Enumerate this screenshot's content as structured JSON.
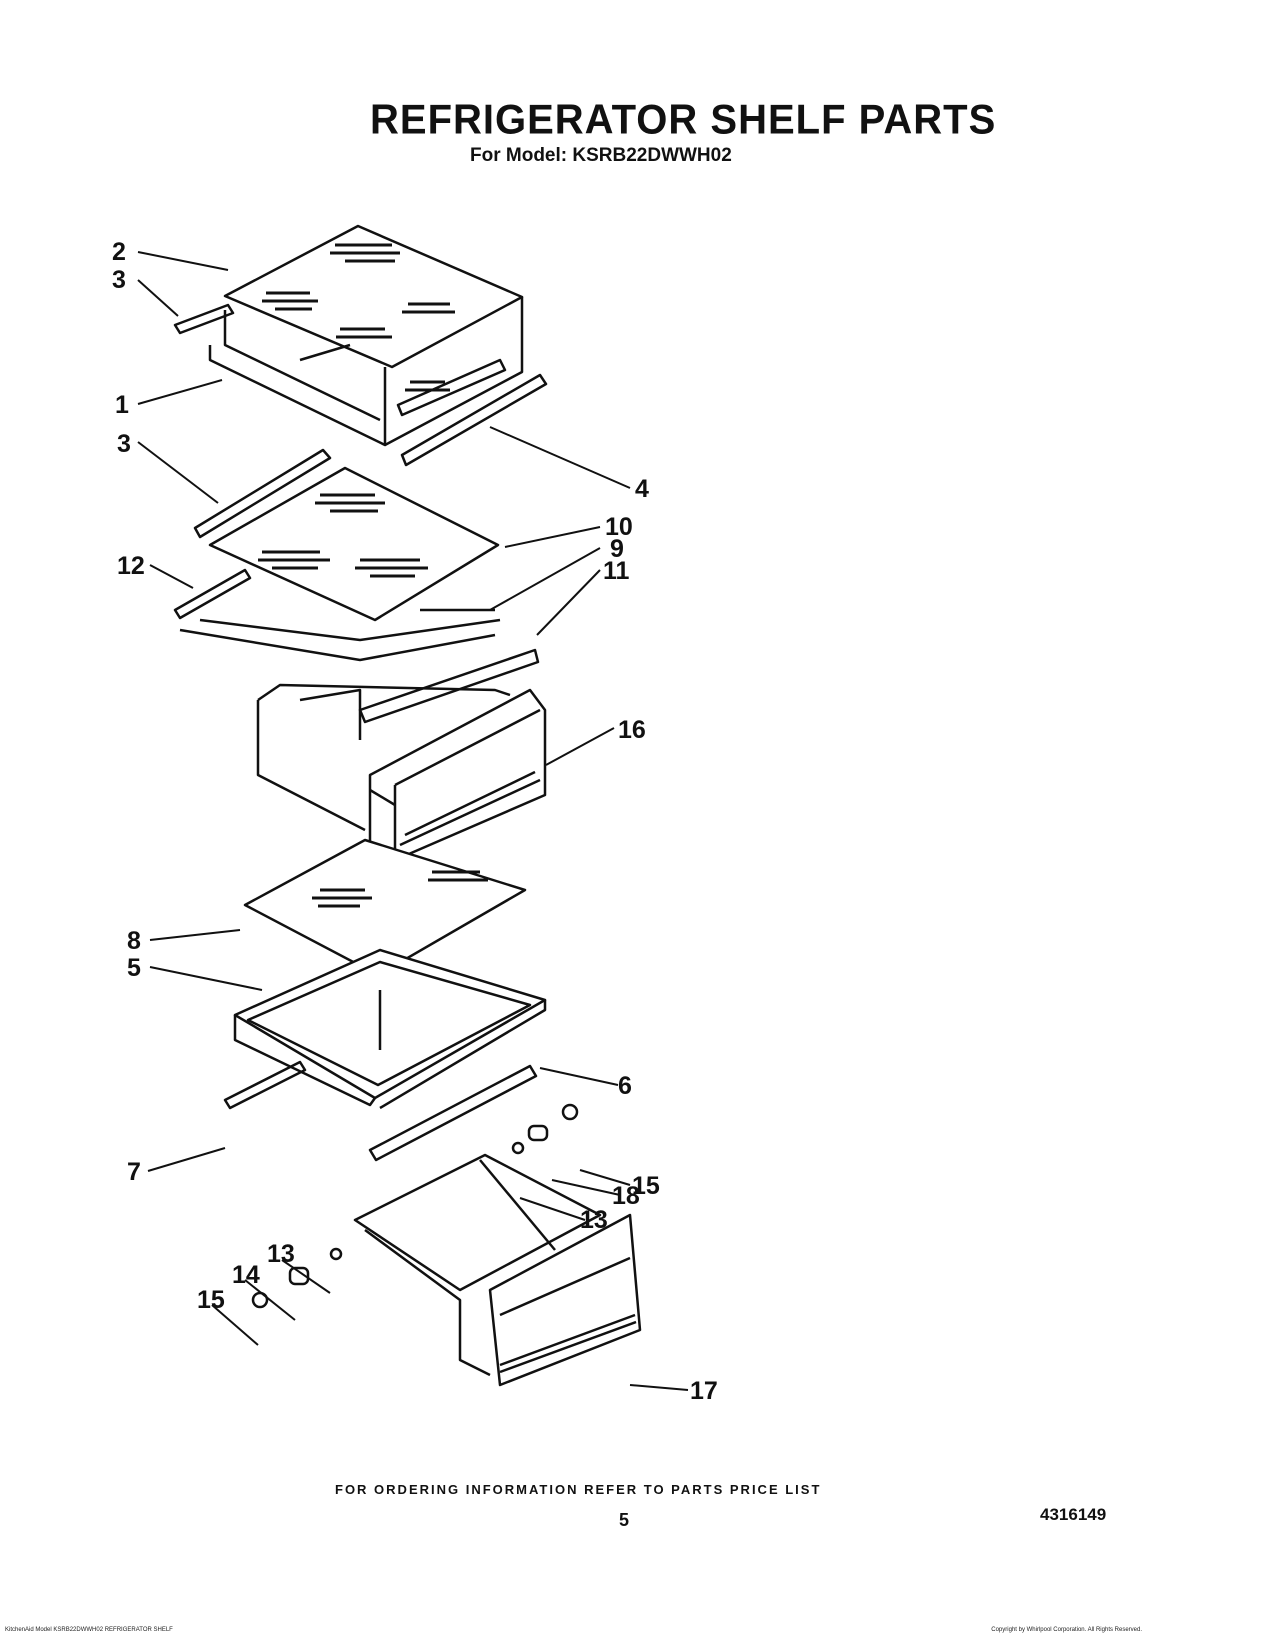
{
  "header": {
    "title": "REFRIGERATOR SHELF PARTS",
    "subtitle": "For Model: KSRB22DWWH02"
  },
  "callouts": [
    {
      "id": "c2",
      "label": "2"
    },
    {
      "id": "c3a",
      "label": "3"
    },
    {
      "id": "c1",
      "label": "1"
    },
    {
      "id": "c3b",
      "label": "3"
    },
    {
      "id": "c4",
      "label": "4"
    },
    {
      "id": "c10",
      "label": "10"
    },
    {
      "id": "c9",
      "label": "9"
    },
    {
      "id": "c11",
      "label": "11"
    },
    {
      "id": "c12",
      "label": "12"
    },
    {
      "id": "c16",
      "label": "16"
    },
    {
      "id": "c8",
      "label": "8"
    },
    {
      "id": "c5",
      "label": "5"
    },
    {
      "id": "c6",
      "label": "6"
    },
    {
      "id": "c7",
      "label": "7"
    },
    {
      "id": "c15a",
      "label": "15"
    },
    {
      "id": "c18",
      "label": "18"
    },
    {
      "id": "c13a",
      "label": "13"
    },
    {
      "id": "c13b",
      "label": "13"
    },
    {
      "id": "c14",
      "label": "14"
    },
    {
      "id": "c15b",
      "label": "15"
    },
    {
      "id": "c17",
      "label": "17"
    }
  ],
  "footer": {
    "note": "FOR ORDERING INFORMATION REFER TO PARTS PRICE LIST",
    "page": "5",
    "doc_number": "4316149",
    "fine_print_left": "KitchenAid Model KSRB22DWWH02 REFRIGERATOR SHELF",
    "fine_print_right": "Copyright by Whirlpool Corporation. All Rights Reserved."
  }
}
